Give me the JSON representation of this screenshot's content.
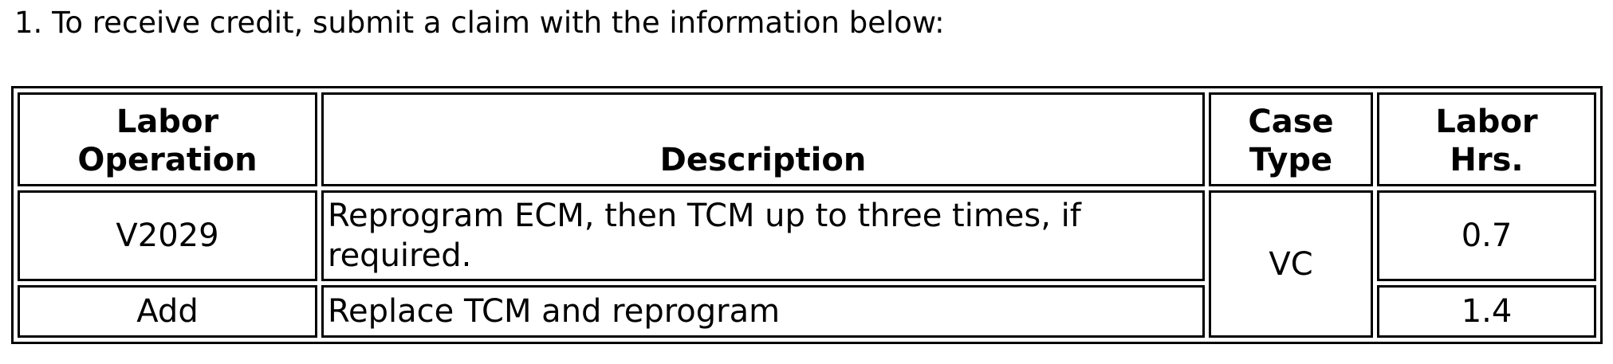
{
  "page": {
    "background_color": "#ffffff",
    "text_color": "#000000",
    "border_color": "#000000"
  },
  "instruction": {
    "text": "1. To receive credit, submit a claim with the information below:"
  },
  "claim_table": {
    "columns": [
      {
        "id": "labor_operation",
        "label": "Labor\nOperation"
      },
      {
        "id": "description",
        "label": "Description"
      },
      {
        "id": "case_type",
        "label": "Case\nType"
      },
      {
        "id": "labor_hours",
        "label": "Labor\nHrs."
      }
    ],
    "rows": [
      {
        "labor_operation": "V2029",
        "description": "Reprogram ECM, then TCM up to three times, if required.",
        "labor_hours": "0.7"
      },
      {
        "labor_operation": "Add",
        "description": "Replace TCM and reprogram",
        "labor_hours": "1.4"
      }
    ],
    "shared_case_type": "VC"
  }
}
